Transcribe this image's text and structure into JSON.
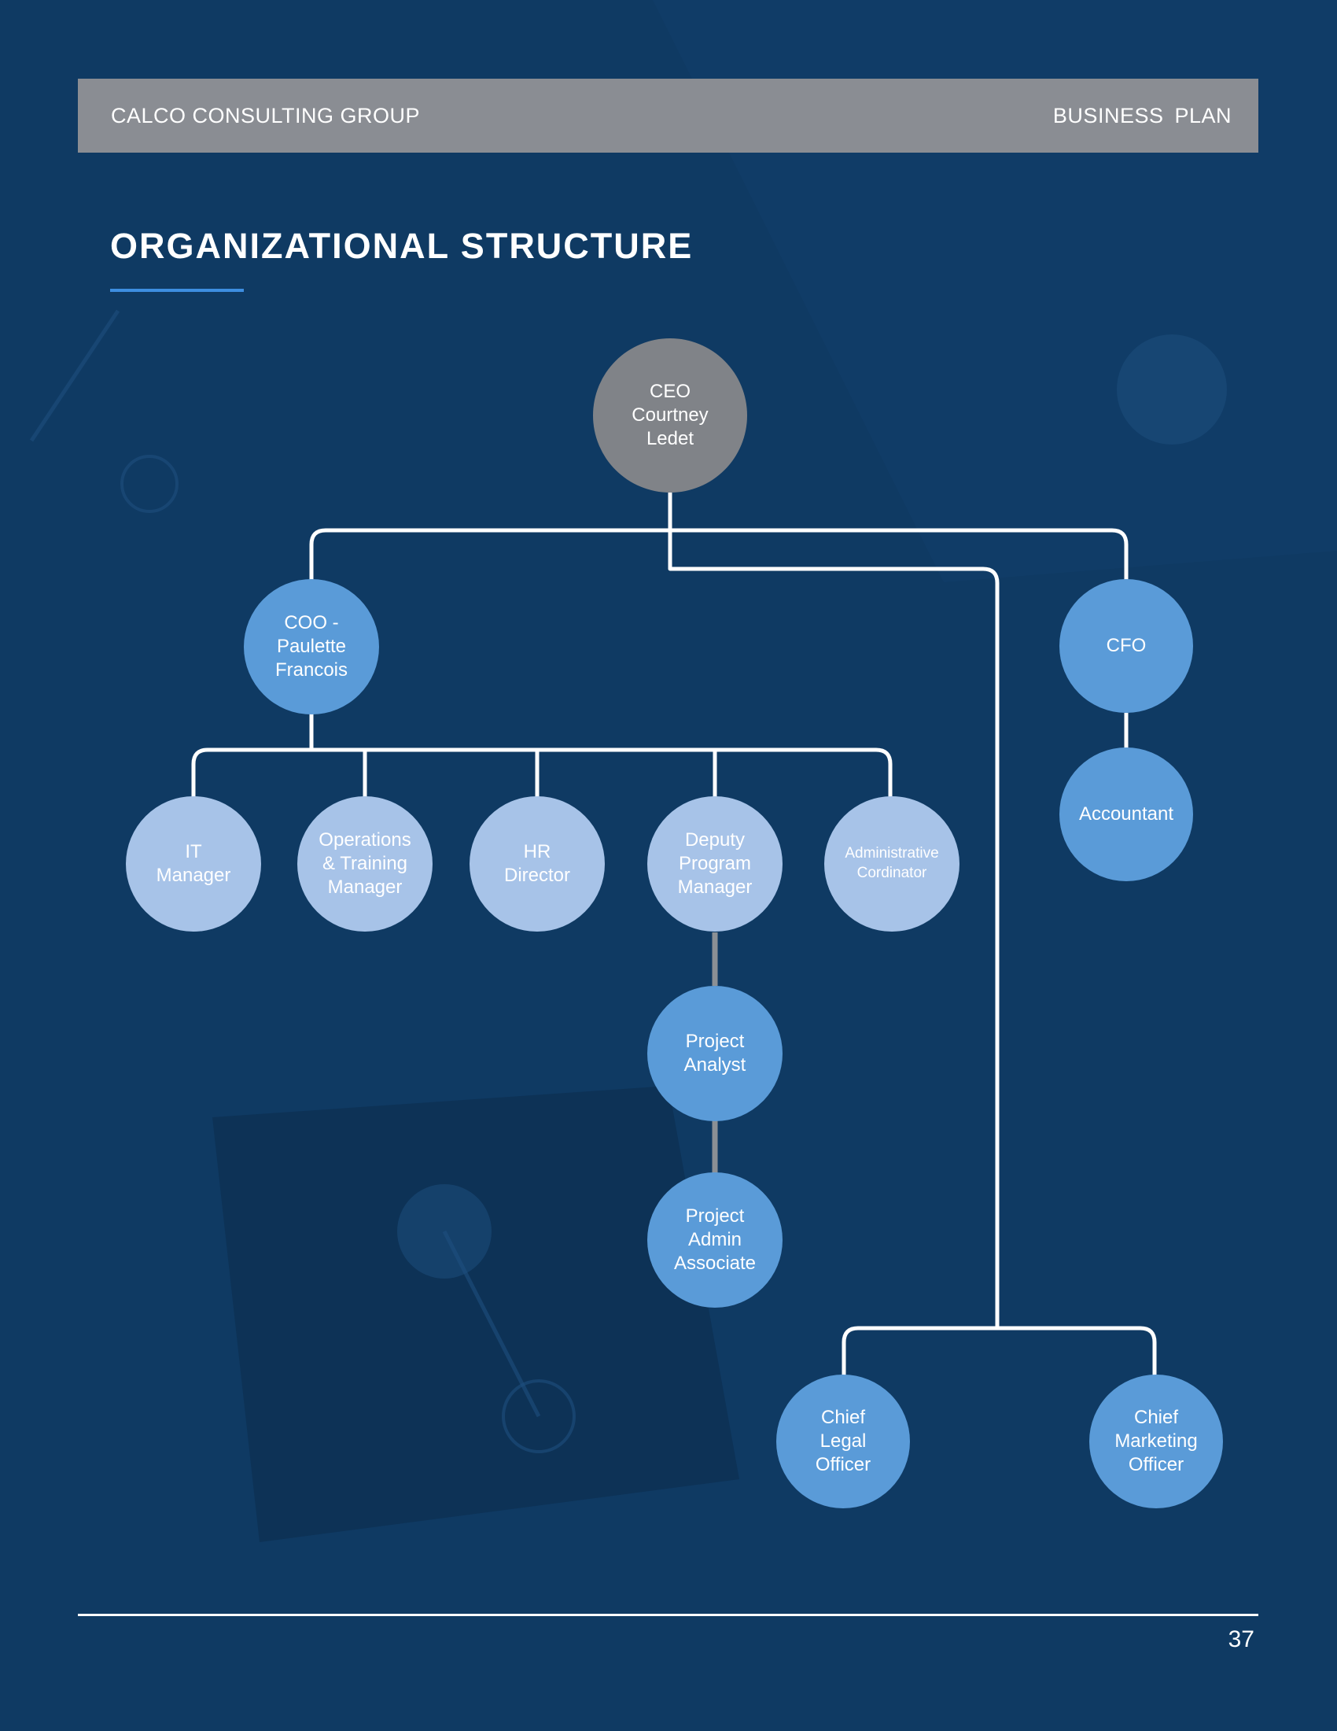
{
  "header": {
    "company": "CALCO CONSULTING GROUP",
    "document": "BUSINESS  PLAN"
  },
  "page_title": "ORGANIZATIONAL STRUCTURE",
  "org_chart": {
    "nodes": {
      "ceo": "CEO\nCourtney\nLedet",
      "coo": "COO -\nPaulette\nFrancois",
      "cfo": "CFO",
      "accountant": "Accountant",
      "it_manager": "IT\nManager",
      "operations_training_manager": "Operations\n& Training\nManager",
      "hr_director": "HR\nDirector",
      "deputy_program_manager": "Deputy\nProgram\nManager",
      "administrative_cordinator": "Administrative\nCordinator",
      "project_analyst": "Project\nAnalyst",
      "project_admin_associate": "Project\nAdmin\nAssociate",
      "chief_legal_officer": "Chief\nLegal\nOfficer",
      "chief_marketing_officer": "Chief\nMarketing\nOfficer"
    },
    "colors": {
      "executive": "#808388",
      "leader": "#5a9bd8",
      "staff": "#a7c3e8",
      "connector": "#ffffff"
    }
  },
  "footer": {
    "page_number": "37"
  }
}
